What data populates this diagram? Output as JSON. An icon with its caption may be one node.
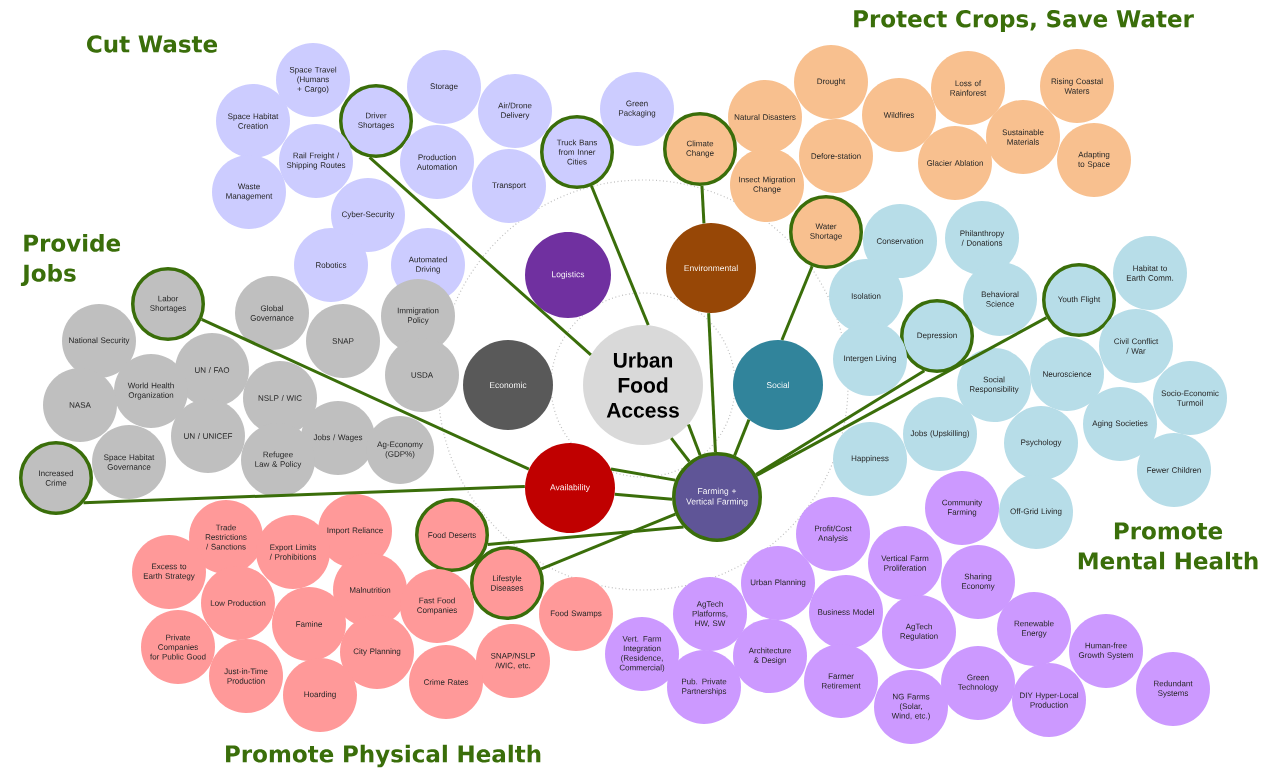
{
  "diagram": {
    "nodes": [
      {
        "text": [
          "Urban Food Access"
        ]
      },
      {
        "text": [
          "Logistics"
        ]
      },
      {
        "text": [
          "Environmental"
        ]
      },
      {
        "text": [
          "Economic"
        ]
      },
      {
        "text": [
          "Social"
        ]
      },
      {
        "text": [
          "Availability"
        ]
      },
      {
        "text": [
          "Farming + Vertical Farming"
        ]
      },
      {
        "text": [
          "Space Travel (Humans + Cargo)"
        ]
      },
      {
        "text": [
          "Storage"
        ]
      },
      {
        "text": [
          "Driver Shortages"
        ]
      },
      {
        "text": [
          "Green Packaging"
        ]
      },
      {
        "text": [
          "Air/Drone Delivery"
        ]
      },
      {
        "text": [
          "Space Habitat Creation"
        ]
      },
      {
        "text": [
          "Rail Freight / Shipping Routes"
        ]
      },
      {
        "text": [
          "Production Automation"
        ]
      },
      {
        "text": [
          "Truck Bans from Inner Cities"
        ]
      },
      {
        "text": [
          "Transport"
        ]
      },
      {
        "text": [
          "Waste Management"
        ]
      },
      {
        "text": [
          "Cyber-Security"
        ]
      },
      {
        "text": [
          "Automated Driving"
        ]
      },
      {
        "text": [
          "Robotics"
        ]
      },
      {
        "text": [
          "Drought"
        ]
      },
      {
        "text": [
          "Natural Disasters"
        ]
      },
      {
        "text": [
          "Loss of Rainforest"
        ]
      },
      {
        "text": [
          "Rising Coastal Waters"
        ]
      },
      {
        "text": [
          "Climate Change"
        ]
      },
      {
        "text": [
          "Defore-station"
        ]
      },
      {
        "text": [
          "Wildfires"
        ]
      },
      {
        "text": [
          "Insect Migration Change"
        ]
      },
      {
        "text": [
          "Sustainable Materials"
        ]
      },
      {
        "text": [
          "Glacier Ablation"
        ]
      },
      {
        "text": [
          "Adapting to Space"
        ]
      },
      {
        "text": [
          "Water Shortage"
        ]
      },
      {
        "text": [
          "Conservation"
        ]
      },
      {
        "text": [
          "Philanthropy / Donations"
        ]
      },
      {
        "text": [
          "Habitat to Earth Comm."
        ]
      },
      {
        "text": [
          "Isolation"
        ]
      },
      {
        "text": [
          "Behavioral Science"
        ]
      },
      {
        "text": [
          "Youth Flight"
        ]
      },
      {
        "text": [
          "Depression"
        ]
      },
      {
        "text": [
          "Civil Conflict / War"
        ]
      },
      {
        "text": [
          "Intergen Living"
        ]
      },
      {
        "text": [
          "Social Responsibility"
        ]
      },
      {
        "text": [
          "Neuroscience"
        ]
      },
      {
        "text": [
          "Socio-Economic Turmoil"
        ]
      },
      {
        "text": [
          "Jobs (Upskilling)"
        ]
      },
      {
        "text": [
          "Aging Societies"
        ]
      },
      {
        "text": [
          "Happiness"
        ]
      },
      {
        "text": [
          "Psychology"
        ]
      },
      {
        "text": [
          "Fewer Children"
        ]
      },
      {
        "text": [
          "Off-Grid Living"
        ]
      },
      {
        "text": [
          "Labor Shortages"
        ]
      },
      {
        "text": [
          "Global Governance"
        ]
      },
      {
        "text": [
          "Immigration Policy"
        ]
      },
      {
        "text": [
          "National Security"
        ]
      },
      {
        "text": [
          "SNAP"
        ]
      },
      {
        "text": [
          "UN / FAO"
        ]
      },
      {
        "text": [
          "World Health Organization"
        ]
      },
      {
        "text": [
          "NSLP / WIC"
        ]
      },
      {
        "text": [
          "USDA"
        ]
      },
      {
        "text": [
          "NASA"
        ]
      },
      {
        "text": [
          "UN / UNICEF"
        ]
      },
      {
        "text": [
          "Jobs / Wages"
        ]
      },
      {
        "text": [
          "Space Habitat Governance"
        ]
      },
      {
        "text": [
          "Refugee Law & Policy"
        ]
      },
      {
        "text": [
          "Increased Crime"
        ]
      },
      {
        "text": [
          "Ag-Economy (GDP%)"
        ]
      },
      {
        "text": [
          "Import Reliance"
        ]
      },
      {
        "text": [
          "Trade Restrictions / Sanctions"
        ]
      },
      {
        "text": [
          "Food Deserts"
        ]
      },
      {
        "text": [
          "Export Limits / Prohibitions"
        ]
      },
      {
        "text": [
          "Excess to Earth Strategy"
        ]
      },
      {
        "text": [
          "Malnutrition"
        ]
      },
      {
        "text": [
          "Lifestyle Diseases"
        ]
      },
      {
        "text": [
          "Low Production"
        ]
      },
      {
        "text": [
          "Fast Food Companies"
        ]
      },
      {
        "text": [
          "Food Swamps"
        ]
      },
      {
        "text": [
          "Famine"
        ]
      },
      {
        "text": [
          "Private Companies for Public Good"
        ]
      },
      {
        "text": [
          "City Planning"
        ]
      },
      {
        "text": [
          "Just-in-Time Production"
        ]
      },
      {
        "text": [
          "SNAP/NSLP /WIC, etc."
        ]
      },
      {
        "text": [
          "Hoarding"
        ]
      },
      {
        "text": [
          "Crime Rates"
        ]
      },
      {
        "text": [
          "Profit/Cost Analysis"
        ]
      },
      {
        "text": [
          "Community Farming"
        ]
      },
      {
        "text": [
          "Vertical Farm Proliferation"
        ]
      },
      {
        "text": [
          "Urban Planning"
        ]
      },
      {
        "text": [
          "Sharing Economy"
        ]
      },
      {
        "text": [
          "AgTech Platforms, HW, SW"
        ]
      },
      {
        "text": [
          "Business Model"
        ]
      },
      {
        "text": [
          "Renewable Energy"
        ]
      },
      {
        "text": [
          "Vert. Farm Integration (Residence, Commercial)"
        ]
      },
      {
        "text": [
          "Architecture & Design"
        ]
      },
      {
        "text": [
          "AgTech Regulation"
        ]
      },
      {
        "text": [
          "Human-free Growth System"
        ]
      },
      {
        "text": [
          "Farmer Retirement"
        ]
      },
      {
        "text": [
          "Green Technology"
        ]
      },
      {
        "text": [
          "Pub. Private Partnerships"
        ]
      },
      {
        "text": [
          "DIY Hyper-Local Production"
        ]
      },
      {
        "text": [
          "NG Farms (Solar, Wind, etc.)"
        ]
      },
      {
        "text": [
          "Redundant Systems"
        ]
      }
    ],
    "edges": [
      {
        "from": 9,
        "to": 0,
        "arrow": "none"
      },
      {
        "from": 15,
        "to": 0,
        "arrow": "none"
      },
      {
        "from": 0,
        "to": 6,
        "arrow": "none"
      },
      {
        "from": 0,
        "to": 6,
        "arrow": "none"
      },
      {
        "from": 25,
        "to": 2,
        "arrow": "none"
      },
      {
        "from": 2,
        "to": 6,
        "arrow": "none"
      },
      {
        "from": 32,
        "to": 4,
        "arrow": "none"
      },
      {
        "from": 4,
        "to": 6,
        "arrow": "none"
      },
      {
        "from": 51,
        "to": 5,
        "arrow": "none"
      },
      {
        "from": 65,
        "to": 5,
        "arrow": "none"
      },
      {
        "from": 5,
        "to": 6,
        "arrow": "none"
      },
      {
        "from": 5,
        "to": 6,
        "arrow": "none"
      },
      {
        "from": 69,
        "to": 6,
        "arrow": "none"
      },
      {
        "from": 73,
        "to": 6,
        "arrow": "none"
      },
      {
        "from": 39,
        "to": 6,
        "arrow": "none"
      },
      {
        "from": 38,
        "to": 6,
        "arrow": "none"
      }
    ],
    "labels": [
      "Cut Waste",
      "Protect Crops, Save Water",
      "Provide Jobs",
      "Promote Mental Health",
      "Promote Physical Health"
    ]
  }
}
